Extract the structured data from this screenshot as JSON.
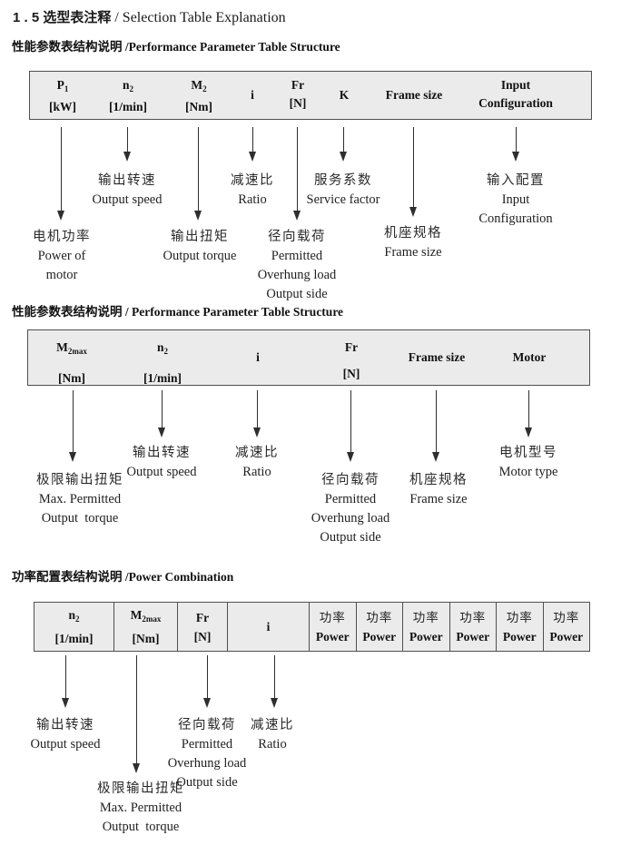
{
  "title": {
    "zh": "1 . 5 选型表注释",
    "en": " / Selection Table Explanation"
  },
  "section1": {
    "heading": "性能参数表结构说明 /Performance Parameter Table Structure",
    "table": {
      "p1": {
        "sym": "P",
        "sub": "1",
        "unit": "[kW]"
      },
      "n2": {
        "sym": "n",
        "sub": "2",
        "unit": "[1/min]"
      },
      "m2": {
        "sym": "M",
        "sub": "2",
        "unit": "[Nm]"
      },
      "i": "i",
      "fr": {
        "sym": "Fr",
        "unit": "[N]"
      },
      "k": "K",
      "frame": "Frame size",
      "input": {
        "l1": "Input",
        "l2": "Configuration"
      }
    },
    "labels": {
      "power_of_motor": [
        "电机功率",
        "Power of",
        "motor"
      ],
      "output_speed": [
        "输出转速",
        "Output speed"
      ],
      "output_torque": [
        "输出扭矩",
        "Output torque"
      ],
      "ratio": [
        "减速比",
        "Ratio"
      ],
      "overhung_load": [
        "径向载荷",
        "Permitted",
        "Overhung load",
        "Output side"
      ],
      "service_factor": [
        "服务系数",
        "Service factor"
      ],
      "frame_size": [
        "机座规格",
        "Frame size"
      ],
      "input_config": [
        "输入配置",
        "Input",
        "Configuration"
      ]
    }
  },
  "section2": {
    "heading": "性能参数表结构说明 / Performance Parameter Table Structure",
    "table": {
      "m2max": {
        "sym": "M",
        "sub": "2max",
        "unit": "[Nm]"
      },
      "n2": {
        "sym": "n",
        "sub": "2",
        "unit": "[1/min]"
      },
      "i": "i",
      "fr": {
        "sym": "Fr",
        "unit": "[N]"
      },
      "frame": "Frame size",
      "motor": "Motor"
    },
    "labels": {
      "max_output_torque": [
        "极限输出扭矩",
        "Max. Permitted",
        "Output  torque"
      ],
      "output_speed": [
        "输出转速",
        "Output speed"
      ],
      "ratio": [
        "减速比",
        "Ratio"
      ],
      "overhung_load": [
        "径向载荷",
        "Permitted",
        "Overhung load",
        "Output side"
      ],
      "frame_size": [
        "机座规格",
        "Frame size"
      ],
      "motor_type": [
        "电机型号",
        "Motor type"
      ]
    }
  },
  "section3": {
    "heading": "功率配置表结构说明 /Power Combination",
    "table": {
      "n2": {
        "sym": "n",
        "sub": "2",
        "unit": "[1/min]"
      },
      "m2max": {
        "sym": "M",
        "sub": "2max",
        "unit": "[Nm]"
      },
      "fr": {
        "sym": "Fr",
        "unit": "[N]"
      },
      "i": "i",
      "power": {
        "zh": "功率",
        "en": "Power"
      }
    },
    "labels": {
      "output_speed": [
        "输出转速",
        "Output speed"
      ],
      "max_output_torque": [
        "极限输出扭矩",
        "Max. Permitted",
        "Output  torque"
      ],
      "overhung_load": [
        "径向载荷",
        "Permitted",
        "Overhung load",
        "Output side"
      ],
      "ratio": [
        "减速比",
        "Ratio"
      ]
    }
  }
}
